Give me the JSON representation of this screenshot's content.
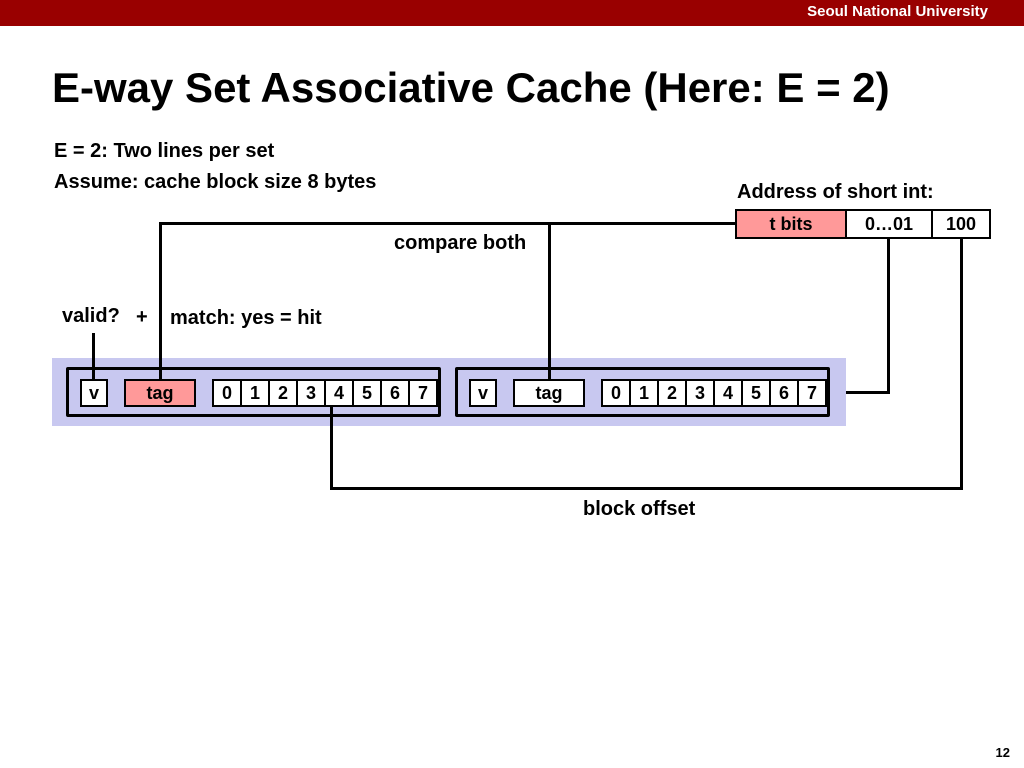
{
  "header": {
    "university": "Seoul National University"
  },
  "slide": {
    "title": "E-way Set Associative Cache (Here: E = 2)",
    "line1": "E = 2: Two lines per set",
    "line2": "Assume: cache block size 8 bytes",
    "page_number": "12"
  },
  "address": {
    "caption": "Address of short int:",
    "tag_field": "t bits",
    "set_field": "0…01",
    "offset_field": "100"
  },
  "annotations": {
    "compare": "compare both",
    "valid": "valid?",
    "plus": "+",
    "match": "match: yes = hit",
    "block_offset": "block offset"
  },
  "cache_set": {
    "lines": [
      {
        "valid": "v",
        "tag": "tag",
        "tag_highlighted": true,
        "bytes": [
          "0",
          "1",
          "2",
          "3",
          "4",
          "5",
          "6",
          "7"
        ]
      },
      {
        "valid": "v",
        "tag": "tag",
        "tag_highlighted": false,
        "bytes": [
          "0",
          "1",
          "2",
          "3",
          "4",
          "5",
          "6",
          "7"
        ]
      }
    ]
  },
  "colors": {
    "header": "#990000",
    "set_band": "#c8c8f0",
    "highlight": "#ff9999"
  }
}
